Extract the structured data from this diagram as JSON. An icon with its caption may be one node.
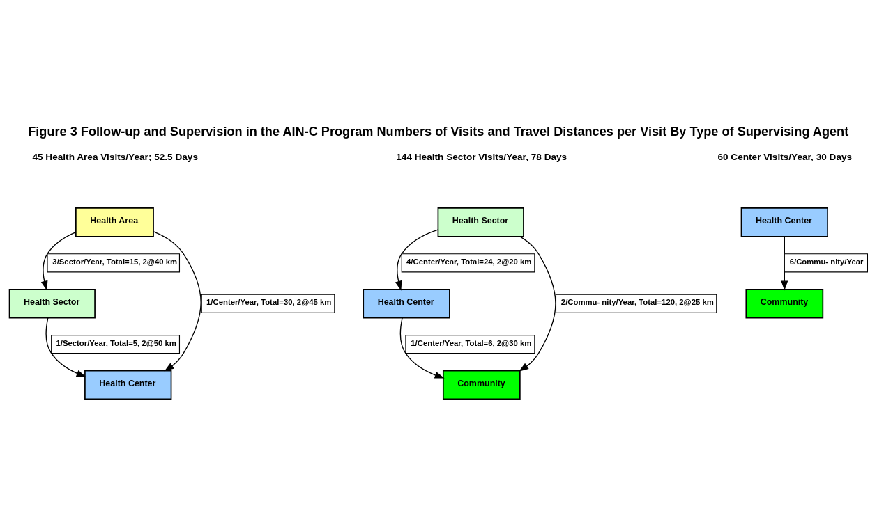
{
  "diagram": {
    "title": "Figure 3 Follow-up and Supervision in the AIN-C Program Numbers of Visits and Travel Distances per Visit By Type of Supervising Agent",
    "nodes": [
      {
        "text": [
          "Health Area"
        ]
      },
      {
        "text": [
          "Health Sector"
        ]
      },
      {
        "text": [
          "Health Center"
        ]
      },
      {
        "text": [
          "Health Sector"
        ]
      },
      {
        "text": [
          "Health Center"
        ]
      },
      {
        "text": [
          "Community"
        ]
      },
      {
        "text": [
          "Health Center"
        ]
      },
      {
        "text": [
          "Community"
        ]
      }
    ],
    "edges": [
      {
        "from": 0,
        "to": 2,
        "arrow": "to",
        "label": "1/Center/Year, Total=30, 2@45 km"
      },
      {
        "from": 0,
        "to": 1,
        "arrow": "to",
        "label": "3/Sector/Year, Total=15, 2@40 km"
      },
      {
        "from": 1,
        "to": 2,
        "arrow": "to",
        "label": "1/Sector/Year, Total=5, 2@50 km"
      },
      {
        "from": 3,
        "to": 5,
        "arrow": "to",
        "label": "2/Commu- nity/Year, Total=120, 2@25 km"
      },
      {
        "from": 3,
        "to": 4,
        "arrow": "to",
        "label": "4/Center/Year, Total=24, 2@20 km"
      },
      {
        "from": 4,
        "to": 5,
        "arrow": "to",
        "label": "1/Center/Year, Total=6, 2@30 km"
      },
      {
        "from": 6,
        "to": 7,
        "arrow": "to",
        "label": "6/Commu- nity/Year"
      }
    ],
    "labels": [
      "45 Health Area Visits/Year; 52.5 Days",
      "144 Health Sector Visits/Year, 78 Days",
      "60 Center Visits/Year, 30 Days"
    ]
  }
}
